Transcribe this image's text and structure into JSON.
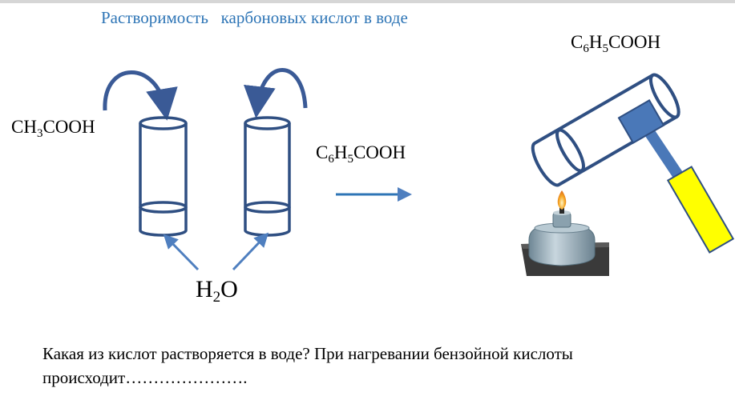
{
  "title": "Растворимость   карбоновых кислот в воде",
  "acid_left": {
    "base": "CH",
    "sub1": "3",
    "rest": "COOH"
  },
  "acid_middle": {
    "c": "C",
    "sub1": "6",
    "h": "H",
    "sub2": "5",
    "rest": "COOH"
  },
  "acid_heated": {
    "c": "C",
    "sub1": "6",
    "h": "H",
    "sub2": "5",
    "rest": "COOH"
  },
  "water": {
    "h": "H",
    "sub": "2",
    "o": "O"
  },
  "question": "Какая из кислот растворяется в воде? При нагревании бензойной кислоты происходит………………….",
  "colors": {
    "title": "#2e75b6",
    "tube_outline": "#2f4f82",
    "arrow_dark": "#3a5a96",
    "arrow_light": "#4f7fbf",
    "holder_clamp": "#4a78b8",
    "holder_handle": "#ffff00",
    "burner_body": "#9fb3c0",
    "burner_base": "#3a3a3a",
    "flame": "#f5a623"
  },
  "icons": [
    "test-tube-icon",
    "curved-arrow-icon",
    "right-arrow-icon",
    "spirit-lamp-icon",
    "test-tube-holder-icon",
    "flame-icon"
  ]
}
